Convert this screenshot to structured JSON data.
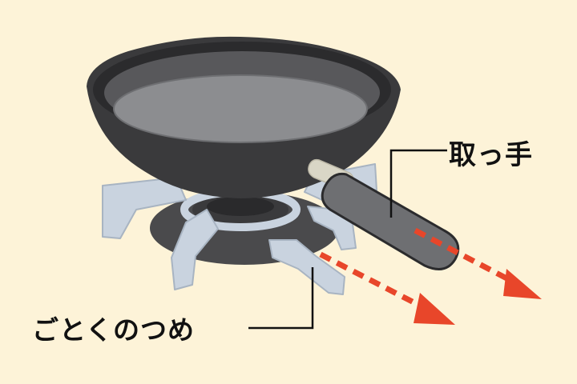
{
  "labels": {
    "handle": "取っ手",
    "trivet_claws": "ごとくのつめ"
  },
  "colors": {
    "background": "#fdf3d8",
    "pan_outer": "#3a3a3c",
    "pan_rim": "#2b2b2d",
    "pan_inner": "#58585b",
    "pan_bottom": "#8c8d90",
    "handle": "#6e6f72",
    "handle_collar": "#d9d6c6",
    "burner": "#4a4a4c",
    "trivet": "#c9d3df",
    "trivet_outline": "#a8b4c2",
    "arrow": "#e8462a",
    "leader_line": "#111111"
  },
  "icons": {
    "arrow_to_handle": "dashed-arrow",
    "arrow_to_claws": "dashed-arrow"
  }
}
